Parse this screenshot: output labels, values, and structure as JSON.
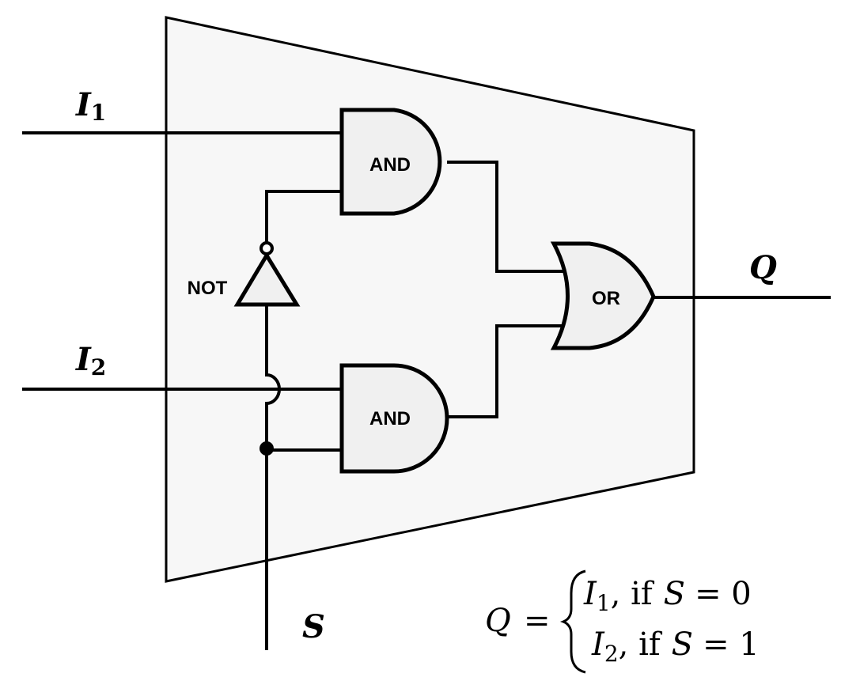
{
  "diagram": {
    "colors": {
      "body": "#f7f7f7",
      "gate_fill": "#f0f0f0",
      "line": "#000000"
    },
    "inputs": {
      "i1": "I",
      "i1_sub": "1",
      "i2": "I",
      "i2_sub": "2",
      "select": "S"
    },
    "output": "Q",
    "gates": {
      "and_top": "AND",
      "and_bottom": "AND",
      "or": "OR",
      "not": "NOT"
    },
    "equation": {
      "lhs": "Q",
      "equals": "=",
      "case1": {
        "var": "I",
        "sub": "1",
        "cond": ", if",
        "sel": "S",
        "rel": "= 0"
      },
      "case2": {
        "var": "I",
        "sub": "2",
        "cond": ", if",
        "sel": "S",
        "rel": "= 1"
      }
    }
  }
}
